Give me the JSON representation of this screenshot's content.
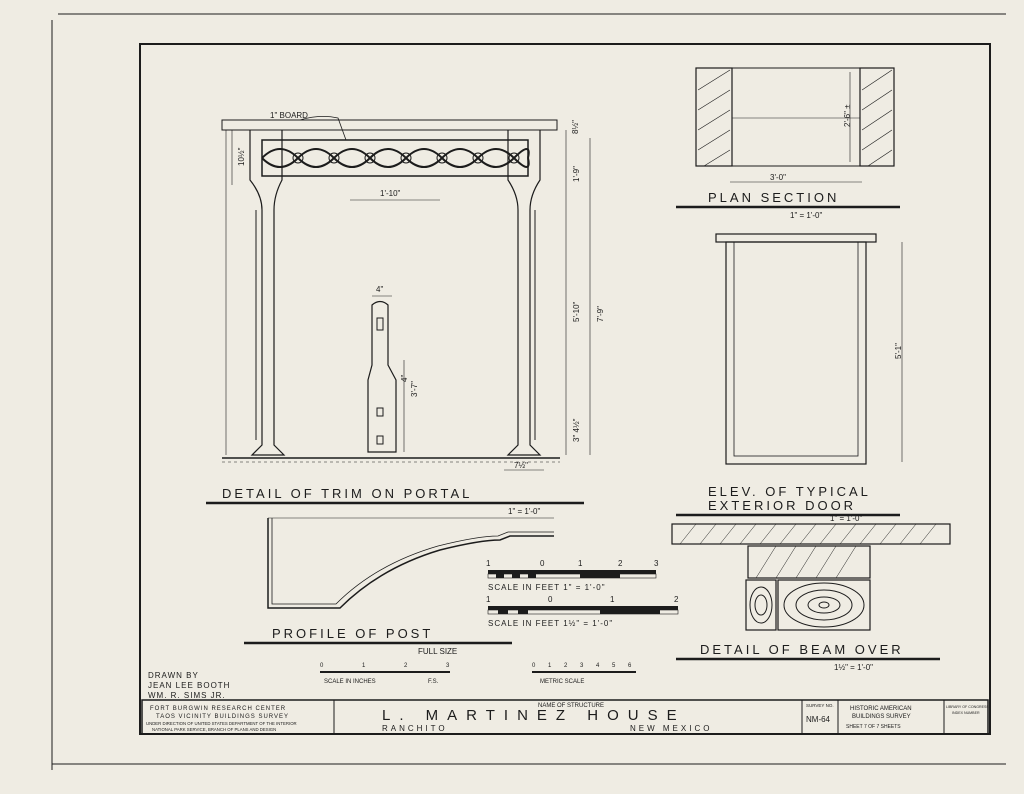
{
  "detail_trim": {
    "title": "DETAIL OF TRIM ON PORTAL",
    "scale": "1\" = 1'-0\"",
    "board_label": "1\" BOARD",
    "dims": {
      "top_left": "10½\"",
      "span": "1'-10\"",
      "post_w": "4\"",
      "post_h1": "4\"",
      "post_h2": "3'-7\"",
      "right_1": "8½\"",
      "right_2": "1'-9\"",
      "right_3": "5'-10\"",
      "right_4": "7'-9\"",
      "right_5": "3\" 4½\"",
      "bottom": "7½\""
    }
  },
  "plan_section": {
    "title": "PLAN SECTION",
    "scale": "1\" = 1'-0\"",
    "dim_w": "3'-0\"",
    "dim_h": "2'-6\" ±"
  },
  "elevation": {
    "title_line1": "ELEV. OF TYPICAL",
    "title_line2": "EXTERIOR DOOR",
    "dim_h": "5'-1\""
  },
  "profile": {
    "title": "PROFILE OF POST",
    "scale": "FULL SIZE"
  },
  "beam": {
    "title": "DETAIL OF BEAM OVER",
    "scale": "1½\" = 1'-0\"",
    "top_scale": "1\" = 1'-0\""
  },
  "scales": {
    "bar1_ticks": [
      "1",
      "0",
      "1",
      "2",
      "3"
    ],
    "bar1_label": "SCALE IN FEET 1\" = 1'-0\"",
    "bar2_ticks": [
      "1",
      "0",
      "1",
      "2"
    ],
    "bar2_label": "SCALE IN FEET 1½\" = 1'-0\"",
    "inch_ticks": [
      "0",
      "1",
      "2",
      "3"
    ],
    "inch_label": "SCALE IN INCHES",
    "inch_fs": "F.S.",
    "metric_ticks": [
      "0",
      "1",
      "2",
      "3",
      "4",
      "5",
      "6"
    ],
    "metric_label": "METRIC SCALE"
  },
  "credits": {
    "line1": "DRAWN BY",
    "line2": "JEAN LEE BOOTH",
    "line3": "WM. R. SIMS JR."
  },
  "title_block": {
    "org1": "FORT BURGWIN RESEARCH CENTER",
    "org2": "TAOS VICINITY BUILDINGS SURVEY",
    "org3": "UNDER DIRECTION OF UNITED STATES DEPARTMENT OF THE INTERIOR",
    "org4": "NATIONAL PARK SERVICE, BRANCH OF PLANS AND DESIGN",
    "name_label": "NAME OF STRUCTURE",
    "structure": "L. MARTINEZ HOUSE",
    "location": "RANCHITO",
    "state": "NEW MEXICO",
    "survey_label": "SURVEY NO.",
    "survey_no": "NM-64",
    "habs1": "HISTORIC AMERICAN",
    "habs2": "BUILDINGS SURVEY",
    "sheet_text": "SHEET 7 OF 7 SHEETS",
    "loc1": "LIBRARY OF CONGRESS",
    "loc2": "INDEX NUMBER"
  }
}
